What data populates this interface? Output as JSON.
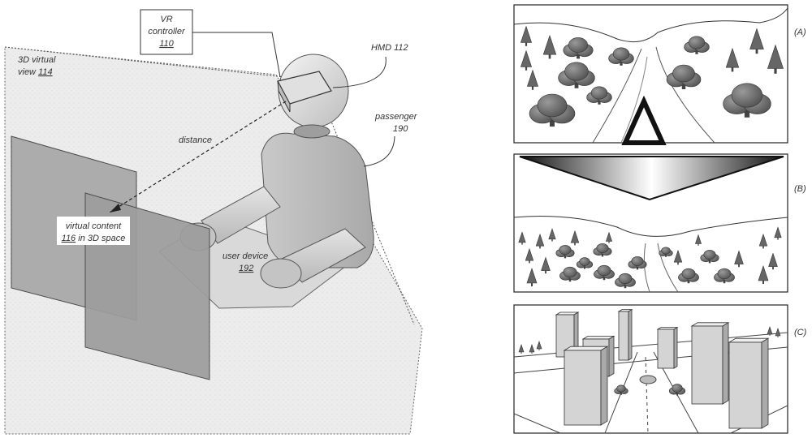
{
  "left_figure": {
    "vr_controller": {
      "line1": "VR",
      "line2": "controller",
      "ref": "110"
    },
    "virtual_view": {
      "line1": "3D virtual",
      "line2": "view",
      "ref": "114"
    },
    "hmd": {
      "text": "HMD 112"
    },
    "passenger": {
      "line1": "passenger",
      "ref": "190"
    },
    "distance": {
      "text": "distance"
    },
    "virtual_content": {
      "line1": "virtual content",
      "ref": "116",
      "line2_rest": " in 3D space"
    },
    "user_device": {
      "line1": "user device",
      "ref": "192"
    }
  },
  "panels": [
    {
      "label": "(A)"
    },
    {
      "label": "(B)"
    },
    {
      "label": "(C)"
    }
  ]
}
